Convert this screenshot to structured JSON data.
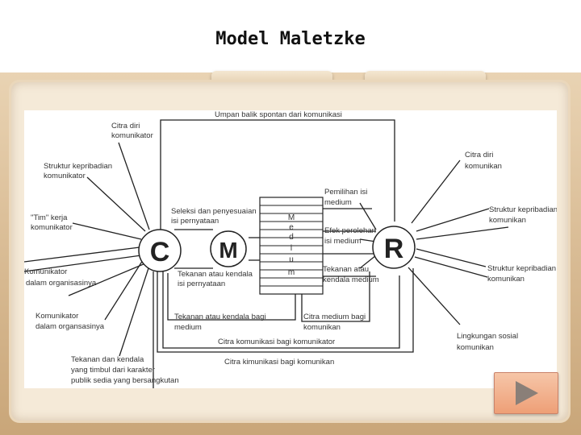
{
  "slide": {
    "title": "Model Maletzke"
  },
  "diagram": {
    "nodes": {
      "c": "C",
      "m": "M",
      "r": "R"
    },
    "medium_letters": [
      "M",
      "e",
      "d",
      "i",
      "u",
      "m"
    ],
    "labels": {
      "umpan_balik_1": "Umpan balik spontan dari komunikasi",
      "citra_diri_kom_1": "Citra diri",
      "citra_diri_kom_2": "komunikator",
      "struktur_kom_1": "Struktur kepribadian",
      "struktur_kom_2": "komunikator",
      "tim_1": "\"Tim\" kerja",
      "tim_2": "komunikator",
      "komunikator_org_1": "Komunikator",
      "komunikator_org_2": "dalam organisasinya",
      "komunikator_org2_1": "Komunikator",
      "komunikator_org2_2": "dalam  organsasinya",
      "tekanan_kendala_1": "Tekanan dan kendala",
      "tekanan_kendala_2": "yang timbul dari karakter",
      "tekanan_kendala_3": "publik sedia yang bersangkutan",
      "seleksi_1": "Seleksi dan penyesuaian",
      "seleksi_2": "isi pernyataan",
      "tekanan_isi_1": "Tekanan atau kendala",
      "tekanan_isi_2": "isi pernyataan",
      "tekanan_medium_1": "Tekanan atau kendala bagi",
      "tekanan_medium_2": "medium",
      "citra_kom_bagi": "Citra komunikasi bagi komunikator",
      "citra_kim_bagi": "Citra kimunikasi bagi komunikan",
      "pemilihan_1": "Pemilihan isi",
      "pemilihan_2": "medium",
      "efek_1": "Efek perolehan",
      "efek_2": "isi medium",
      "tekanan_r_1": "Tekanan atau",
      "tekanan_r_2": "kendala medium",
      "citra_medium_1": "Citra medium bagi",
      "citra_medium_2": "komunikan",
      "citra_diri_r_1": "Citra diri",
      "citra_diri_r_2": "komunikan",
      "struktur_r_1": "Struktur kepribadian",
      "struktur_r_2": "komunikan",
      "struktur_r2_1": "Struktur kepribadian",
      "struktur_r2_2": "komunikan",
      "lingkungan_1": "Lingkungan sosial",
      "lingkungan_2": "komunikan"
    }
  },
  "colors": {
    "stroke": "#222222",
    "button": "#ee9f77"
  },
  "icons": {
    "next": "play-triangle-icon"
  }
}
